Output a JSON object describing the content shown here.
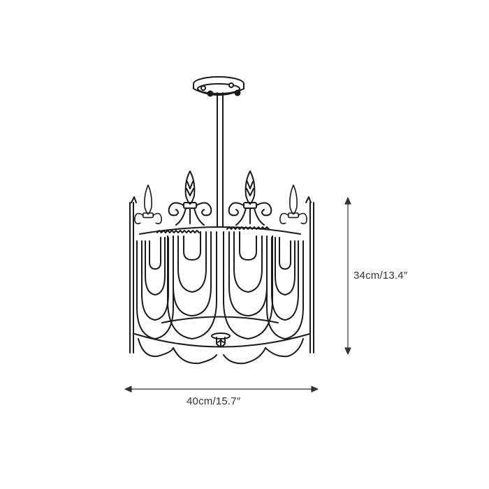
{
  "diagram": {
    "subject": "pendant chandelier line drawing",
    "stroke_color": "#1a1a1a",
    "background": "#ffffff",
    "dimensions": {
      "height": {
        "label": "34cm/13.4″",
        "orientation": "vertical"
      },
      "width": {
        "label": "40cm/15.7″",
        "orientation": "horizontal"
      }
    },
    "parts": [
      "ceiling-canopy",
      "down-rod",
      "fleur-de-lis-crown",
      "draped-fabric-shade",
      "bottom-finial"
    ]
  }
}
